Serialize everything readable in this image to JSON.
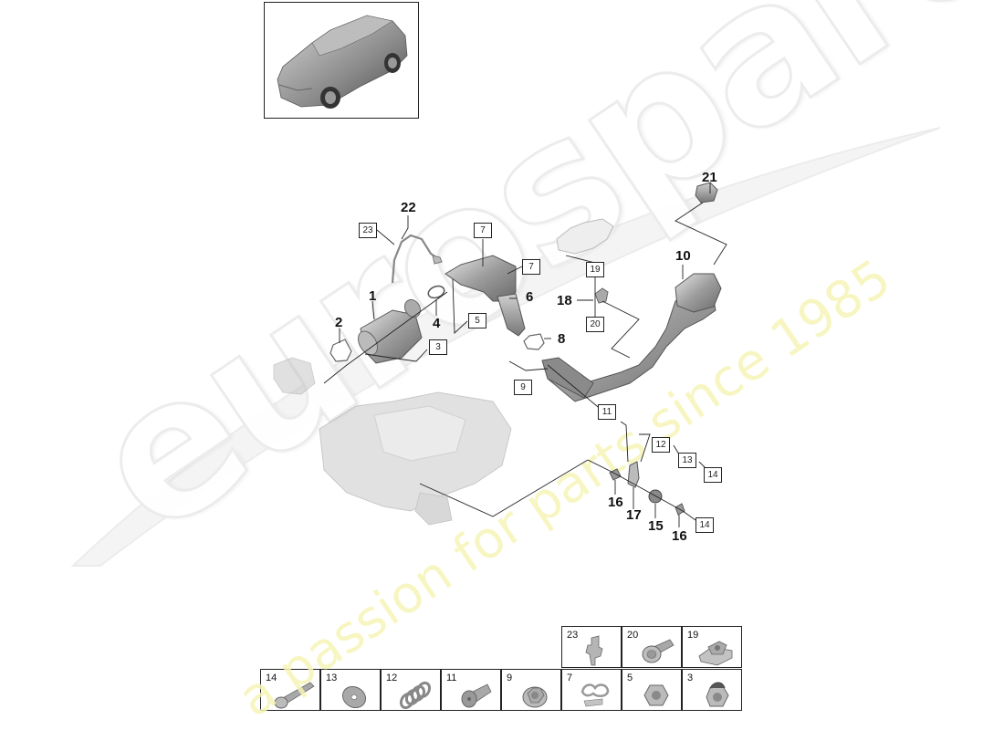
{
  "watermark": {
    "brand": "eurospares",
    "tagline": "a passion for parts since 1985",
    "tagline_color": "#f6f5b8"
  },
  "thumbnail": {
    "alt": "vehicle-overview-suv"
  },
  "callouts": {
    "numbers": [
      {
        "id": "1",
        "label": "1"
      },
      {
        "id": "2",
        "label": "2"
      },
      {
        "id": "4",
        "label": "4"
      },
      {
        "id": "6",
        "label": "6"
      },
      {
        "id": "8",
        "label": "8"
      },
      {
        "id": "10",
        "label": "10"
      },
      {
        "id": "15",
        "label": "15"
      },
      {
        "id": "16a",
        "label": "16"
      },
      {
        "id": "16b",
        "label": "16"
      },
      {
        "id": "17",
        "label": "17"
      },
      {
        "id": "18",
        "label": "18"
      },
      {
        "id": "21",
        "label": "21"
      },
      {
        "id": "22",
        "label": "22"
      }
    ],
    "boxed": [
      {
        "id": "3",
        "label": "3"
      },
      {
        "id": "5",
        "label": "5"
      },
      {
        "id": "7a",
        "label": "7"
      },
      {
        "id": "7b",
        "label": "7"
      },
      {
        "id": "9",
        "label": "9"
      },
      {
        "id": "11",
        "label": "11"
      },
      {
        "id": "12",
        "label": "12"
      },
      {
        "id": "13",
        "label": "13"
      },
      {
        "id": "14a",
        "label": "14"
      },
      {
        "id": "14b",
        "label": "14"
      },
      {
        "id": "19",
        "label": "19"
      },
      {
        "id": "20",
        "label": "20"
      },
      {
        "id": "23",
        "label": "23"
      }
    ]
  },
  "parts": [
    {
      "no": "1",
      "name": "catalytic-converter"
    },
    {
      "no": "2",
      "name": "gasket"
    },
    {
      "no": "4",
      "name": "gasket-ring"
    },
    {
      "no": "6",
      "name": "particulate-filter"
    },
    {
      "no": "8",
      "name": "gasket"
    },
    {
      "no": "10",
      "name": "center-muffler-pipe"
    },
    {
      "no": "15",
      "name": "rubber-mount"
    },
    {
      "no": "16",
      "name": "nut"
    },
    {
      "no": "17",
      "name": "bracket"
    },
    {
      "no": "18",
      "name": "clip"
    },
    {
      "no": "21",
      "name": "clamp-sleeve"
    },
    {
      "no": "22",
      "name": "lambda-sensor"
    }
  ],
  "hardware_table": {
    "top_row": [
      {
        "label": "23",
        "icon": "clip-fastener-icon"
      },
      {
        "label": "20",
        "icon": "flange-bolt-icon"
      },
      {
        "label": "19",
        "icon": "cage-nut-icon"
      }
    ],
    "bottom_row": [
      {
        "label": "14",
        "icon": "long-bolt-icon"
      },
      {
        "label": "13",
        "icon": "washer-icon"
      },
      {
        "label": "12",
        "icon": "spring-icon"
      },
      {
        "label": "11",
        "icon": "sleeve-bolt-icon"
      },
      {
        "label": "9",
        "icon": "hex-flange-nut-icon"
      },
      {
        "label": "7",
        "icon": "spring-clip-icon"
      },
      {
        "label": "5",
        "icon": "hex-nut-icon"
      },
      {
        "label": "3",
        "icon": "lock-nut-icon"
      }
    ]
  }
}
